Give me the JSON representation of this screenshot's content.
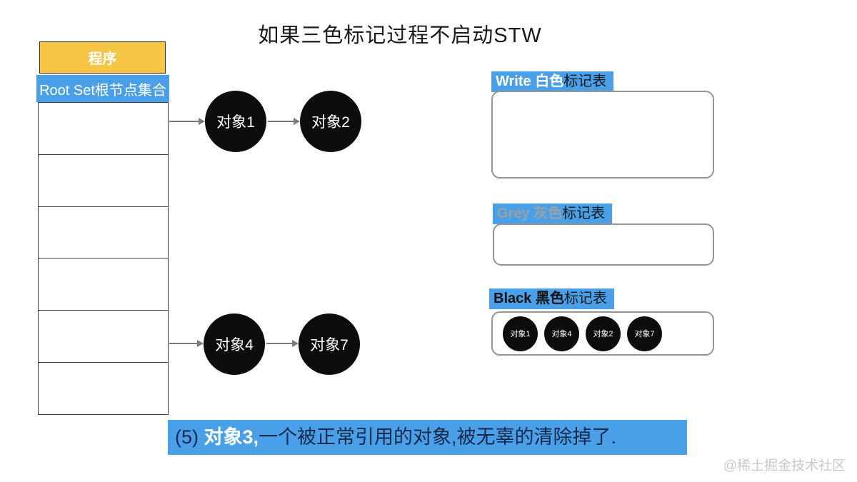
{
  "title": "如果三色标记过程不启动STW",
  "program_table": {
    "header": "程序",
    "root_row": "Root Set根节点集合",
    "empty_row_count": 6
  },
  "heap_chains": [
    {
      "objects": [
        "对象1",
        "对象2"
      ]
    },
    {
      "objects": [
        "对象4",
        "对象7"
      ]
    }
  ],
  "mark_tables": [
    {
      "name": "white",
      "label_colored": "Write 白色",
      "label_rest": "标记表",
      "items": []
    },
    {
      "name": "grey",
      "label_colored": "Grey 灰色",
      "label_rest": "标记表",
      "items": []
    },
    {
      "name": "black",
      "label_colored": "Black 黑色",
      "label_rest": "标记表",
      "items": [
        "对象1",
        "对象4",
        "对象2",
        "对象7"
      ]
    }
  ],
  "caption": {
    "step": "(5) ",
    "highlight": "对象3,",
    "rest": "一个被正常引用的对象,被无辜的清除掉了."
  },
  "watermark": "@稀土掘金技术社区",
  "colors": {
    "highlight_blue": "#4aa0e8",
    "header_yellow": "#f6c545",
    "object_black": "#0d0d0d",
    "caption_dark": "#15294a",
    "grey_label_text": "#9aa0a6"
  }
}
